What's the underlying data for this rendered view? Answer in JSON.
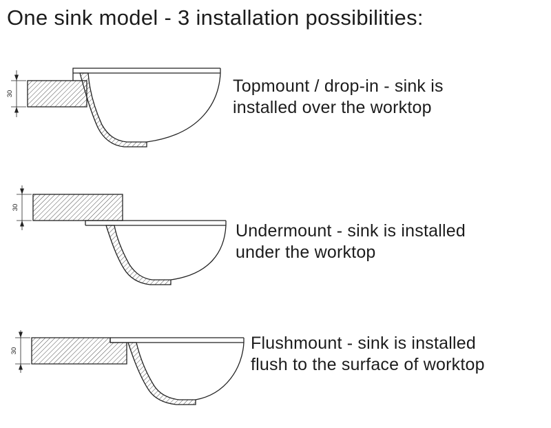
{
  "title": "One sink model - 3 installation possibilities:",
  "rows": [
    {
      "dim_label": "30",
      "text_line1": "Topmount / drop-in - sink is",
      "text_line2": "installed over the worktop"
    },
    {
      "dim_label": "30",
      "text_line1": "Undermount - sink is installed",
      "text_line2": "under the worktop"
    },
    {
      "dim_label": "30",
      "text_line1": "Flushmount - sink is installed",
      "text_line2": "flush to the surface of worktop"
    }
  ]
}
